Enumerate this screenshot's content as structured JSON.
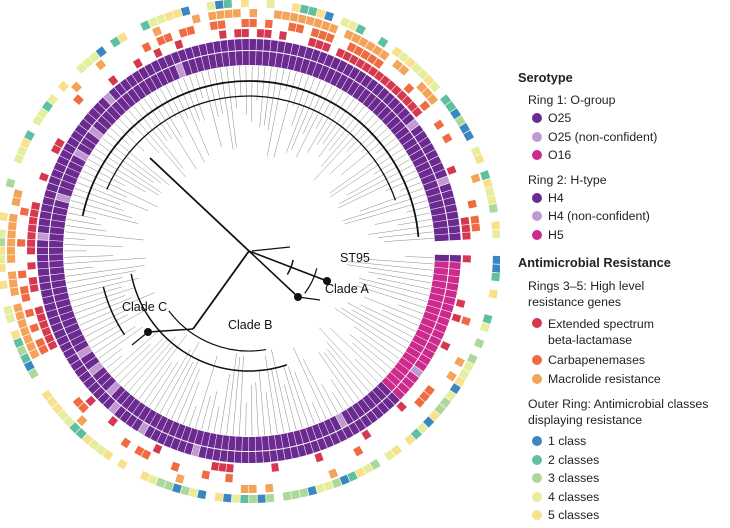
{
  "tree": {
    "labels": {
      "st95": "ST95",
      "clade_a": "Clade A",
      "clade_b": "Clade B",
      "clade_c": "Clade C"
    }
  },
  "legend": {
    "serotype": {
      "title": "Serotype",
      "ring1": {
        "title": "Ring 1: O-group",
        "items": [
          {
            "label": "O25",
            "color": "#6b2a8f"
          },
          {
            "label": "O25 (non-confident)",
            "color": "#c29ad2"
          },
          {
            "label": "O16",
            "color": "#cc2a8c"
          }
        ]
      },
      "ring2": {
        "title": "Ring 2: H-type",
        "items": [
          {
            "label": "H4",
            "color": "#6b2a8f"
          },
          {
            "label": "H4 (non-confident)",
            "color": "#c29ad2"
          },
          {
            "label": "H5",
            "color": "#cc2a8c"
          }
        ]
      }
    },
    "amr": {
      "title": "Antimicrobial Resistance",
      "rings": {
        "title": "Rings 3–5: High level resistance genes",
        "items": [
          {
            "label": "Extended spectrum beta-lactamase",
            "color": "#d6394f"
          },
          {
            "label": "Carbapenemases",
            "color": "#ee6c3f"
          },
          {
            "label": "Macrolide resistance",
            "color": "#f4a35a"
          }
        ]
      },
      "outer": {
        "title": "Outer Ring: Antimicrobial classes displaying resistance",
        "items": [
          {
            "label": "1 class",
            "color": "#3b88c0"
          },
          {
            "label": "2 classes",
            "color": "#5ec0a1"
          },
          {
            "label": "3 classes",
            "color": "#acd89b"
          },
          {
            "label": "4 classes",
            "color": "#e4ee9c"
          },
          {
            "label": "5 classes",
            "color": "#f9e08b"
          }
        ]
      }
    }
  }
}
